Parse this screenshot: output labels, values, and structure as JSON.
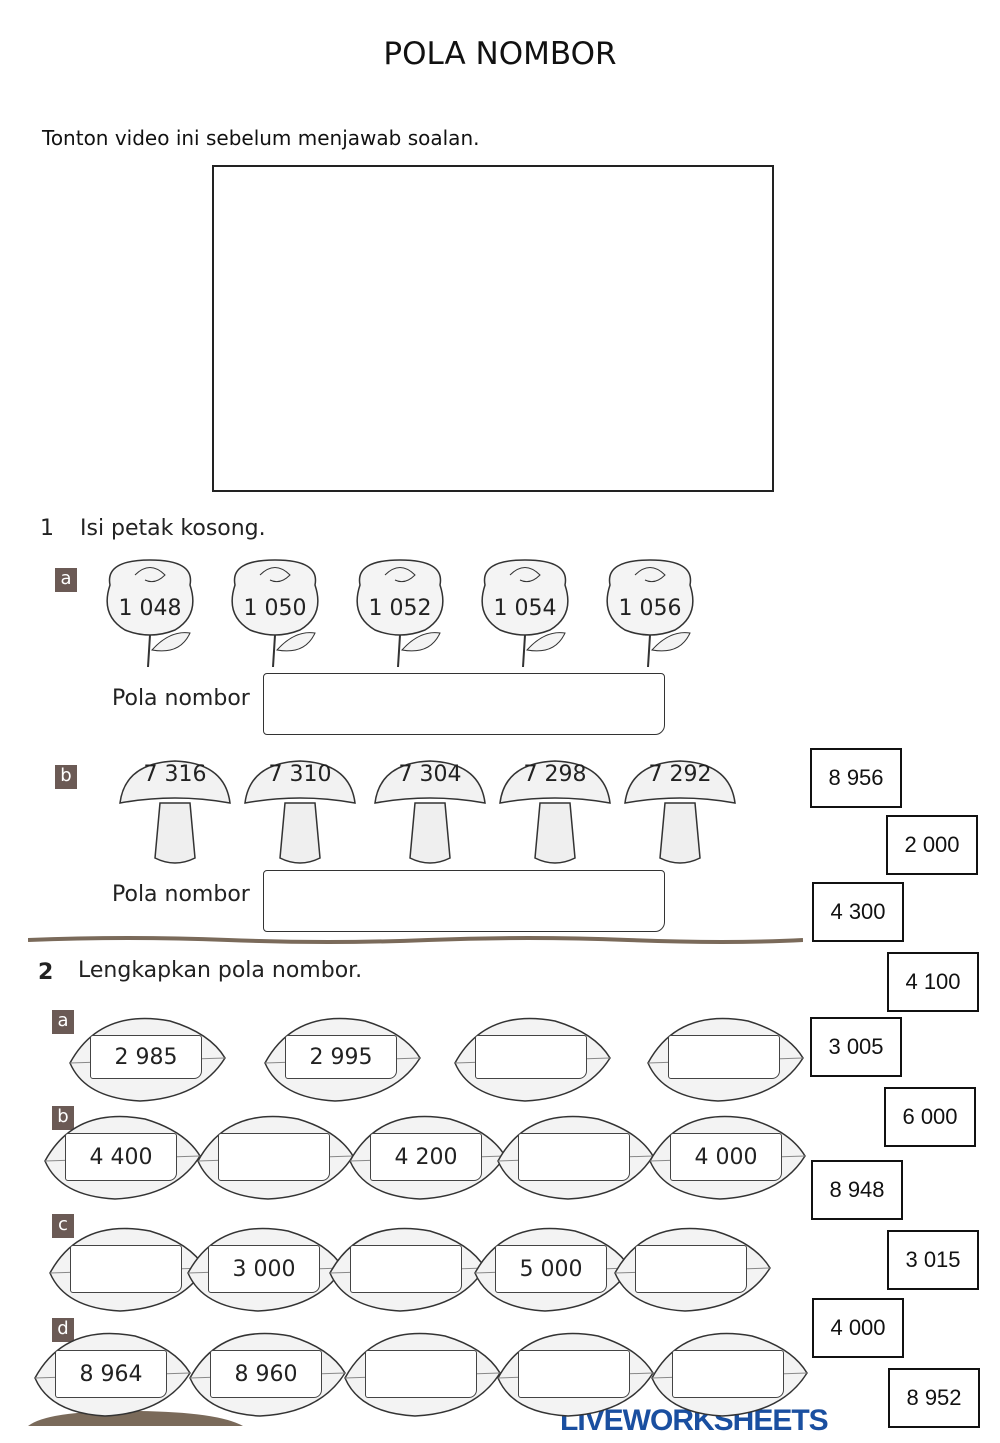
{
  "title": "POLA NOMBOR",
  "instruction": "Tonton video ini sebelum menjawab soalan.",
  "q1": {
    "number": "1",
    "text": "Isi petak kosong.",
    "a": {
      "badge": "a",
      "values": [
        "1 048",
        "1 050",
        "1 052",
        "1 054",
        "1 056"
      ],
      "answer_label": "Pola nombor",
      "answer_value": ""
    },
    "b": {
      "badge": "b",
      "values": [
        "7 316",
        "7 310",
        "7 304",
        "7 298",
        "7 292"
      ],
      "answer_label": "Pola nombor",
      "answer_value": ""
    }
  },
  "q2": {
    "number": "2",
    "text": "Lengkapkan pola nombor.",
    "rows": [
      {
        "badge": "a",
        "cells": [
          "2 985",
          "2 995",
          "",
          ""
        ]
      },
      {
        "badge": "b",
        "cells": [
          "4 400",
          "",
          "4 200",
          "",
          "4 000"
        ]
      },
      {
        "badge": "c",
        "cells": [
          "",
          "3 000",
          "",
          "5 000",
          ""
        ]
      },
      {
        "badge": "d",
        "cells": [
          "8 964",
          "8 960",
          "",
          "",
          ""
        ]
      }
    ]
  },
  "drag_options": [
    "8 956",
    "2 000",
    "4 300",
    "4 100",
    "3 005",
    "6 000",
    "8 948",
    "3 015",
    "4 000",
    "8 952"
  ],
  "logo": "LIVEWORKSHEETS",
  "colors": {
    "badge": "#6b5a55",
    "logo": "#1a4fa0",
    "ground": "#7a6a5a"
  }
}
